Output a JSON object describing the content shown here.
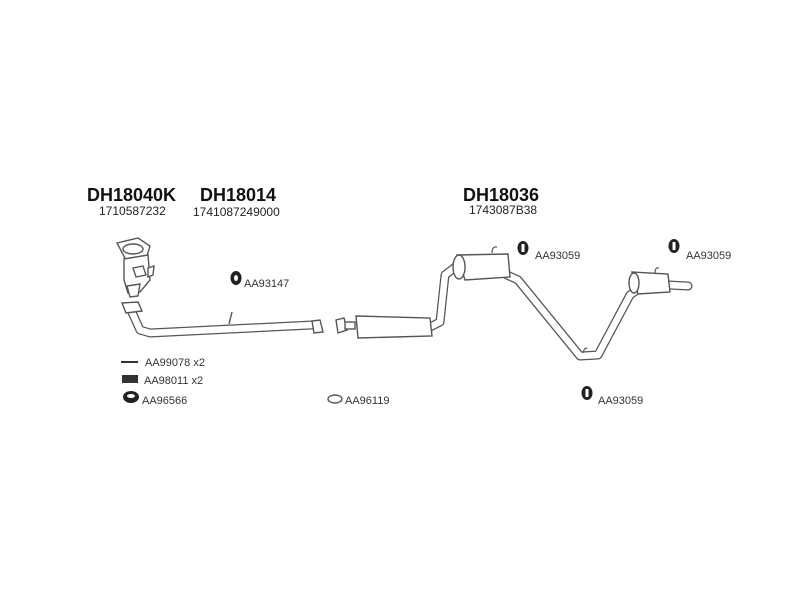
{
  "assemblies": [
    {
      "code": "DH18040K",
      "ref": "1710587232"
    },
    {
      "code": "DH18014",
      "ref": "1741087249000"
    },
    {
      "code": "DH18036",
      "ref": "1743087B38"
    }
  ],
  "parts": {
    "hanger_front": "AA93147",
    "bolt": "AA99078 x2",
    "spring": "AA98011 x2",
    "ring": "AA96566",
    "gasket": "AA96119",
    "hanger_mid": "AA93059",
    "hanger_rear": "AA93059",
    "hanger_low": "AA93059"
  }
}
